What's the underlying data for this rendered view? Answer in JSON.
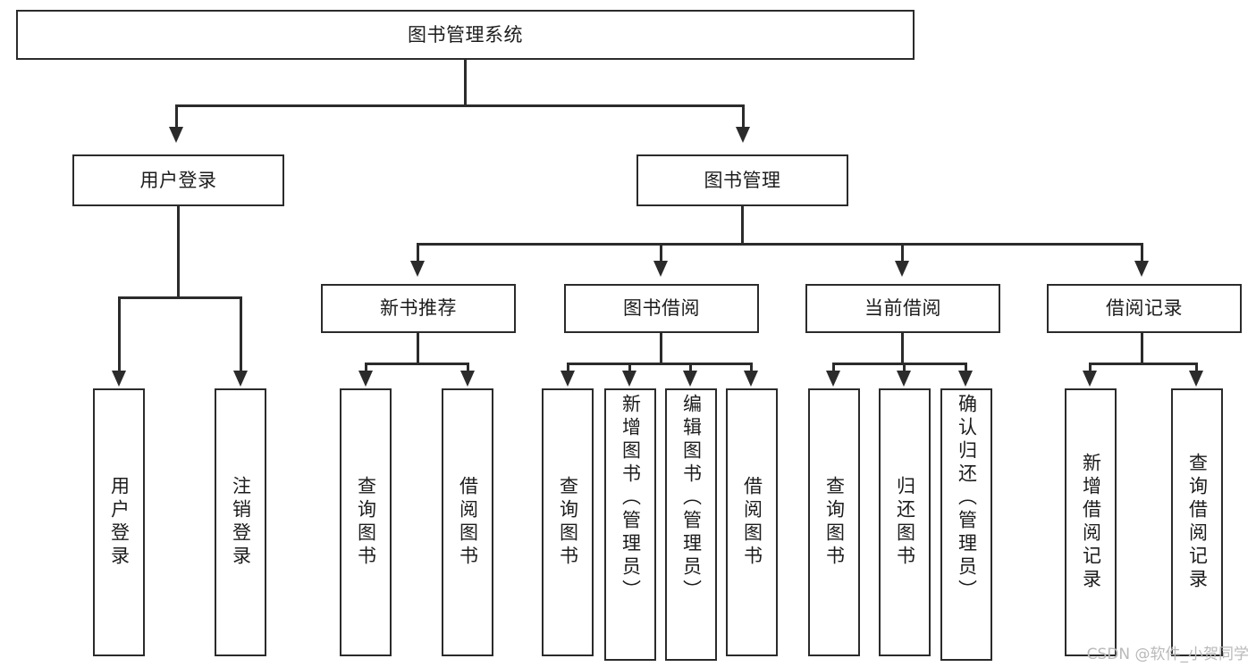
{
  "diagram": {
    "title": "图书管理系统",
    "type": "tree",
    "watermark": "CSDN @软件_小贺同学",
    "colors": {
      "border": "#2b2b2b",
      "background": "#ffffff",
      "text": "#1c1c1c",
      "watermark": "#b9b9b9"
    },
    "nodes": {
      "root": {
        "label": "图书管理系统"
      },
      "level1": [
        {
          "id": "user-login",
          "label": "用户登录"
        },
        {
          "id": "book-management",
          "label": "图书管理"
        }
      ],
      "level2": [
        {
          "id": "new-book-recommend",
          "label": "新书推荐",
          "parent": "book-management"
        },
        {
          "id": "book-borrow",
          "label": "图书借阅",
          "parent": "book-management"
        },
        {
          "id": "current-borrow",
          "label": "当前借阅",
          "parent": "book-management"
        },
        {
          "id": "borrow-record",
          "label": "借阅记录",
          "parent": "book-management"
        }
      ],
      "leaves": [
        {
          "id": "leaf-user-login",
          "label": "用户登录",
          "parent": "user-login"
        },
        {
          "id": "leaf-logout-login",
          "label": "注销登录",
          "parent": "user-login"
        },
        {
          "id": "leaf-query-book-1",
          "label": "查询图书",
          "parent": "new-book-recommend"
        },
        {
          "id": "leaf-borrow-book-1",
          "label": "借阅图书",
          "parent": "new-book-recommend"
        },
        {
          "id": "leaf-query-book-2",
          "label": "查询图书",
          "parent": "book-borrow"
        },
        {
          "id": "leaf-add-book",
          "label": "新增图书（管理员）",
          "parent": "book-borrow"
        },
        {
          "id": "leaf-edit-book",
          "label": "编辑图书（管理员）",
          "parent": "book-borrow"
        },
        {
          "id": "leaf-borrow-book-2",
          "label": "借阅图书",
          "parent": "book-borrow"
        },
        {
          "id": "leaf-query-book-3",
          "label": "查询图书",
          "parent": "current-borrow"
        },
        {
          "id": "leaf-return-book",
          "label": "归还图书",
          "parent": "current-borrow"
        },
        {
          "id": "leaf-confirm-return",
          "label": "确认归还（管理员）",
          "parent": "current-borrow"
        },
        {
          "id": "leaf-add-record",
          "label": "新增借阅记录",
          "parent": "borrow-record"
        },
        {
          "id": "leaf-query-record",
          "label": "查询借阅记录",
          "parent": "borrow-record"
        }
      ]
    }
  }
}
